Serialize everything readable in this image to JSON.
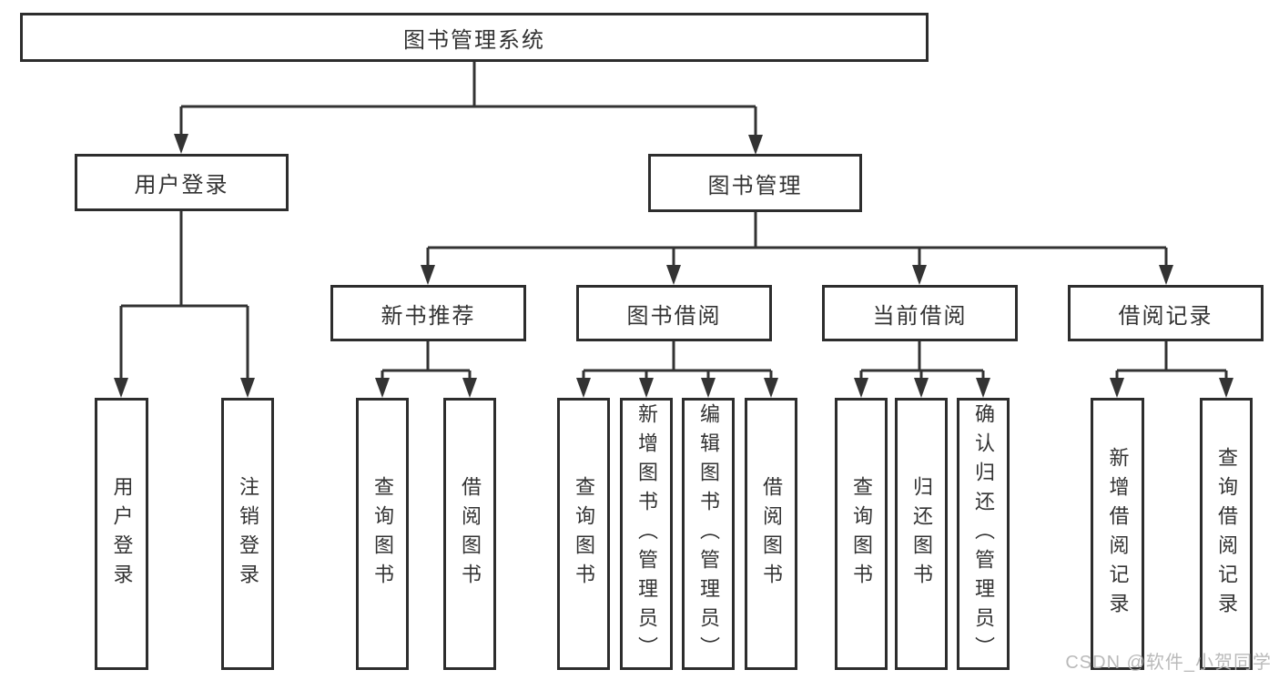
{
  "diagram": {
    "type": "hierarchy",
    "root": {
      "label": "图书管理系统",
      "children": [
        {
          "label": "用户登录",
          "children": [
            {
              "label": "用户登录"
            },
            {
              "label": "注销登录"
            }
          ]
        },
        {
          "label": "图书管理",
          "children": [
            {
              "label": "新书推荐",
              "children": [
                {
                  "label": "查询图书"
                },
                {
                  "label": "借阅图书"
                }
              ]
            },
            {
              "label": "图书借阅",
              "children": [
                {
                  "label": "查询图书"
                },
                {
                  "label": "新增图书（管理员）"
                },
                {
                  "label": "编辑图书（管理员）"
                },
                {
                  "label": "借阅图书"
                }
              ]
            },
            {
              "label": "当前借阅",
              "children": [
                {
                  "label": "查询图书"
                },
                {
                  "label": "归还图书"
                },
                {
                  "label": "确认归还（管理员）"
                }
              ]
            },
            {
              "label": "借阅记录",
              "children": [
                {
                  "label": "新增借阅记录"
                },
                {
                  "label": "查询借阅记录"
                }
              ]
            }
          ]
        }
      ]
    }
  },
  "watermark": "CSDN @软件_小贺同学",
  "colors": {
    "line": "#333333",
    "box_border": "#2d2d2d",
    "text": "#333333",
    "watermark": "#b3b3b3",
    "background": "#ffffff"
  }
}
